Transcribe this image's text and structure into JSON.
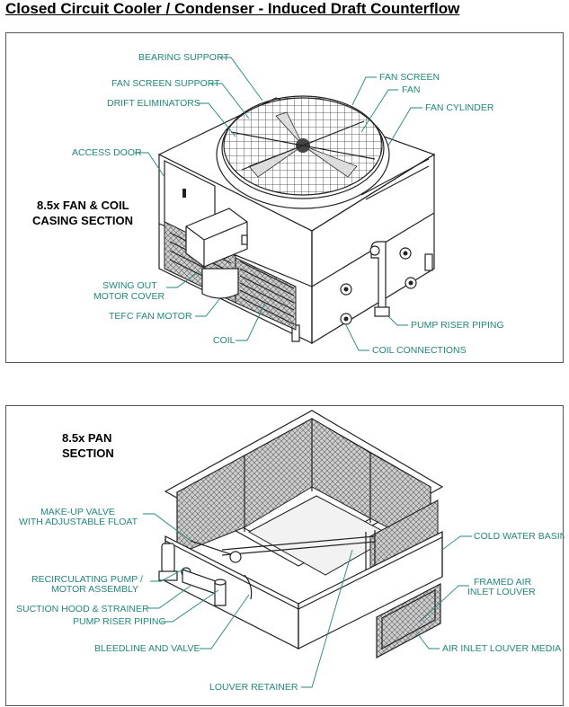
{
  "title": "Closed Circuit Cooler / Condenser - Induced Draft Counterflow",
  "top_section": {
    "heading_line1": "8.5x FAN & COIL",
    "heading_line2": "CASING SECTION",
    "labels": {
      "bearing_support": "BEARING SUPPORT",
      "fan_screen_support": "FAN SCREEN SUPPORT",
      "drift_eliminators": "DRIFT ELIMINATORS",
      "access_door": "ACCESS DOOR",
      "fan_screen": "FAN SCREEN",
      "fan": "FAN",
      "fan_cylinder": "FAN CYLINDER",
      "swing_out_line1": "SWING OUT",
      "swing_out_line2": "MOTOR COVER",
      "tefc_fan_motor": "TEFC FAN MOTOR",
      "coil": "COIL",
      "pump_riser_piping": "PUMP RISER PIPING",
      "coil_connections": "COIL CONNECTIONS"
    }
  },
  "bottom_section": {
    "heading_line1": "8.5x PAN",
    "heading_line2": "SECTION",
    "labels": {
      "makeup_line1": "MAKE-UP VALVE",
      "makeup_line2": "WITH ADJUSTABLE FLOAT",
      "recirc_line1": "RECIRCULATING PUMP /",
      "recirc_line2": "MOTOR ASSEMBLY",
      "suction_hood": "SUCTION HOOD & STRAINER",
      "pump_riser_piping": "PUMP RISER PIPING",
      "bleedline": "BLEEDLINE AND VALVE",
      "louver_retainer": "LOUVER RETAINER",
      "cold_water_basin": "COLD WATER BASIN",
      "framed_line1": "FRAMED AIR",
      "framed_line2": "INLET LOUVER",
      "air_inlet_media": "AIR INLET LOUVER MEDIA"
    }
  }
}
